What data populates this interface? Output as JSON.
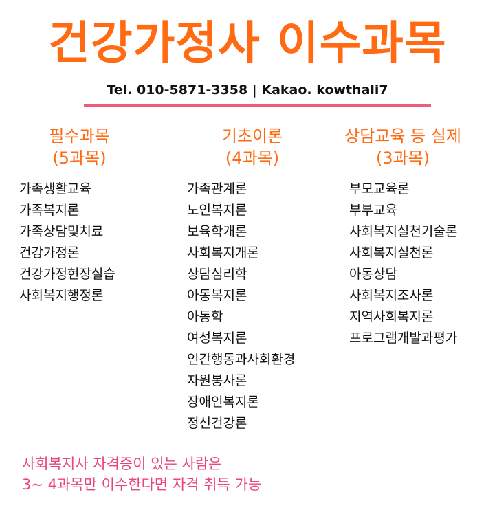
{
  "header": {
    "title": "건강가정사 이수과목",
    "contact": "Tel. 010-5871-3358  |  Kakao. kowthali7",
    "divider_color": "#f05b7a",
    "title_color": "#ff6a13"
  },
  "columns": [
    {
      "heading_line1": "필수과목",
      "heading_line2": "(5과목)",
      "items": [
        "가족생활교육",
        "가족복지론",
        "가족상담및치료",
        "건강가정론",
        "건강가정현장실습",
        "사회복지행정론"
      ]
    },
    {
      "heading_line1": "기초이론",
      "heading_line2": "(4과목)",
      "items": [
        "가족관계론",
        "노인복지론",
        "보육학개론",
        "사회복지개론",
        "상담심리학",
        "아동복지론",
        "아동학",
        "여성복지론",
        "인간행동과사회환경",
        "자원봉사론",
        "장애인복지론",
        "정신건강론"
      ]
    },
    {
      "heading_line1": "상담교육 등 실제",
      "heading_line2": "(3과목)",
      "items": [
        "부모교육론",
        "부부교육",
        "사회복지실천기술론",
        "사회복지실천론",
        "아동상담",
        "사회복지조사론",
        "지역사회복지론",
        "프로그램개발과평가"
      ]
    }
  ],
  "note": {
    "line1": "사회복지사 자격증이 있는 사람은",
    "line2": "3~ 4과목만 이수한다면 자격 취득 가능",
    "color": "#e8467c"
  }
}
